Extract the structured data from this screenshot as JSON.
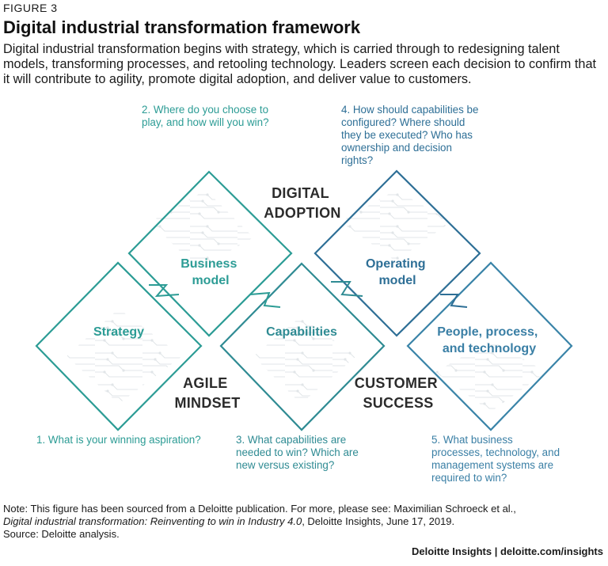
{
  "figure_label": "FIGURE 3",
  "title": "Digital industrial transformation framework",
  "intro": "Digital industrial transformation begins with strategy, which is carried through to redesigning talent models, transforming processes, and retooling technology. Leaders screen each decision to confirm that it will contribute to agility, promote digital adoption, and deliver value to customers.",
  "questions": {
    "q1": "1. What is your winning aspiration?",
    "q2_l1": "2. Where do you choose to",
    "q2_l2": "play, and how will you win?",
    "q3_l1": "3. What capabilities are",
    "q3_l2": "needed to win? Which are",
    "q3_l3": "new versus existing?",
    "q4_l1": "4. How should capabilities be",
    "q4_l2": "configured? Where should",
    "q4_l3": "they be executed? Who has",
    "q4_l4": "ownership and decision",
    "q4_l5": "rights?",
    "q5_l1": "5. What business",
    "q5_l2": "processes, technology, and",
    "q5_l3": "management systems are",
    "q5_l4": "required to win?"
  },
  "nodes": {
    "strategy": "Strategy",
    "business_l1": "Business",
    "business_l2": "model",
    "capabilities": "Capabilities",
    "operating_l1": "Operating",
    "operating_l2": "model",
    "people_l1": "People, process,",
    "people_l2": "and technology"
  },
  "themes": {
    "digital_l1": "DIGITAL",
    "digital_l2": "ADOPTION",
    "agile_l1": "AGILE",
    "agile_l2": "MINDSET",
    "customer_l1": "CUSTOMER",
    "customer_l2": "SUCCESS"
  },
  "note_l1": "Note: This figure has been sourced from a Deloitte publication. For more, please see: Maximilian Schroeck et al.,",
  "note_l2_italic": "Digital industrial transformation: Reinventing to win in Industry 4.0",
  "note_l2_rest": ", Deloitte Insights, June 17, 2019.",
  "source": "Source: Deloitte analysis.",
  "footer": "Deloitte Insights | deloitte.com/insights",
  "colors": {
    "teal": "#2c9c95",
    "blue": "#2e6f96",
    "dark_text": "#2b2b2b"
  }
}
